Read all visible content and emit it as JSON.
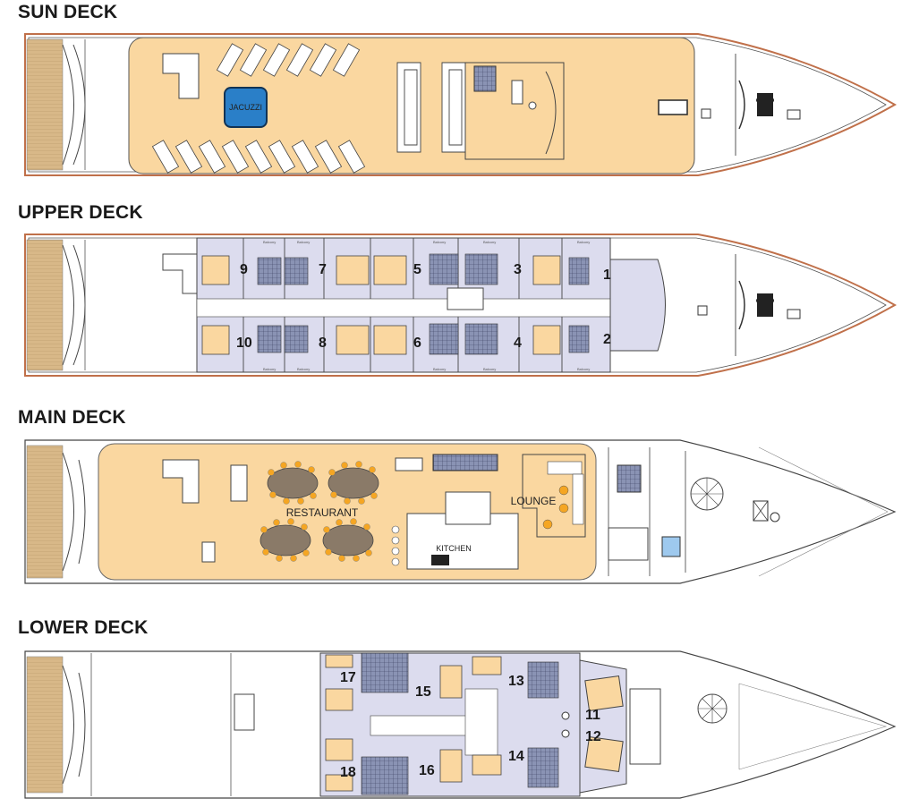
{
  "decks": {
    "sun": {
      "title": "SUN DECK",
      "jacuzzi": "JACUZZI"
    },
    "upper": {
      "title": "UPPER DECK",
      "cabins": [
        "9",
        "7",
        "5",
        "3",
        "1",
        "10",
        "8",
        "6",
        "4",
        "2"
      ],
      "balcony": "Balcony"
    },
    "main": {
      "title": "MAIN DECK",
      "restaurant": "RESTAURANT",
      "lounge": "LOUNGE",
      "kitchen": "KITCHEN"
    },
    "lower": {
      "title": "LOWER DECK",
      "cabins": [
        "17",
        "15",
        "13",
        "11",
        "12",
        "18",
        "16",
        "14"
      ]
    }
  },
  "colors": {
    "deck_fill": "#fad7a0",
    "cabin_fill": "#dcdcee",
    "bath_fill": "#7a86a8",
    "hull_stroke": "#c0704a",
    "line": "#444444",
    "teak": "#d8b888"
  }
}
